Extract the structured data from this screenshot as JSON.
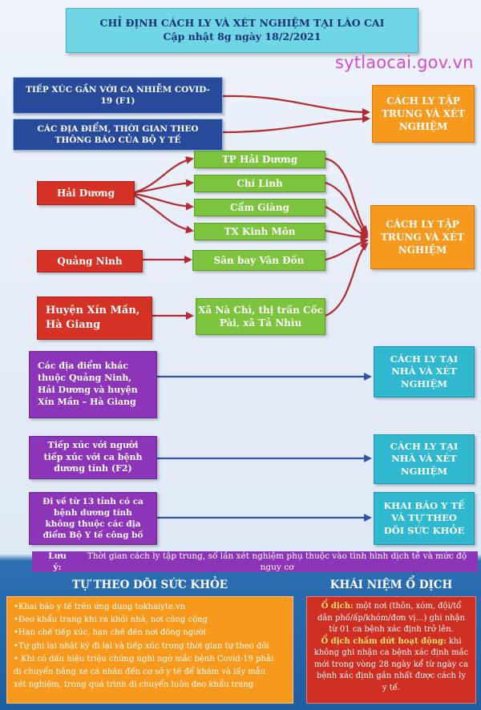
{
  "header": {
    "title": "CHỈ ĐỊNH CÁCH LY VÀ XÉT NGHIỆM TẠI LÀO CAI",
    "subtitle": "Cập nhật 8g ngày 18/2/2021",
    "website": "sytlaocai.gov.vn"
  },
  "sources": {
    "f1": "TIẾP XÚC GẦN VỚI CA NHIỄM COVID-19 (F1)",
    "locations": "CÁC ĐỊA ĐIỂM, THỜI GIAN THEO THÔNG BÁO CỦA BỘ Y TẾ",
    "hai_duong": "Hải Dương",
    "quang_ninh": "Quảng Ninh",
    "xin_man": "Huyện Xín Mần, Hà Giang",
    "other_locations": "Các địa điểm khác thuộc Quảng Ninh, Hải Dương và huyện Xín Mần – Hà Giang",
    "f2": "Tiếp xúc với người tiếp xúc với ca bệnh dương tính (F2)",
    "from_13": "Đi về từ 13 tỉnh có ca bệnh dương tính không thuộc các địa điểm Bộ Y tế công bố"
  },
  "places": {
    "tp_hai_duong": "TP Hải Dương",
    "chi_linh": "Chí Linh",
    "cam_giang": "Cẩm Giàng",
    "kinh_mon": "TX Kinh Môn",
    "van_don": "Sân bay Vân Đồn",
    "na_chi": "Xã Nà Chì, thị trấn Cốc Pài, xã Tả Nhìu"
  },
  "outcomes": {
    "central_1": "CÁCH LY TẬP TRUNG VÀ XÉT NGHIỆM",
    "central_2": "CÁCH LY TẬP TRUNG VÀ XÉT NGHIỆM",
    "home_1": "CÁCH LY TẠI NHÀ VÀ XÉT NGHIỆM",
    "home_2": "CÁCH LY TẠI NHÀ VÀ XÉT NGHIỆM",
    "self_monitor": "KHAI BÁO Y TẾ VÀ TỰ THEO DÕI SỨC KHỎE"
  },
  "note": {
    "label": "Lưu ý:",
    "text": "Thời gian cách ly tập trung, số lần xét nghiệm phụ thuộc vào tình hình dịch tễ và mức độ nguy cơ"
  },
  "self_monitor_section": {
    "heading": "TỰ THEO DÕI SỨC KHỎE",
    "items": [
      "•Khai báo y tế trên ứng dụng tokhaiyte.vn",
      "•Đeo khẩu trang khi ra khỏi nhà, nơi công cộng",
      "•Hạn chế tiếp xúc, hạn chế đến nơi đông người",
      "•Tự ghi lại nhật ký đi lại và tiếp xúc trong thời gian tự theo dõi",
      "• Khi có dấu hiệu triệu chứng nghi ngờ mắc bệnh Covid-19 phải",
      "di chuyển bằng xe cá nhân đến cơ sở y tế để khám và lấy mẫu",
      "xét nghiệm, trong quá trình di chuyển luôn đeo khẩu trang"
    ]
  },
  "outbreak_section": {
    "heading": "KHÁI NIỆM Ổ DỊCH",
    "def1_label": "Ổ dịch:",
    "def1_text": "một nơi (thôn, xóm, đội/tổ dân phố/ấp/khóm/đơn vị…) ghi nhận từ 01 ca bệnh xác định trở lên.",
    "def2_label": "Ổ dịch chấm dứt hoạt động:",
    "def2_text": "khi không ghi nhận ca bệnh xác định mắc mới trong vòng 28 ngày kể từ ngày ca bệnh xác định gần nhất được cách ly y tế."
  },
  "colors": {
    "title_bg": "#6fd6e6",
    "navy": "#274a9a",
    "orange": "#f7991c",
    "red": "#d53124",
    "green": "#7cc43e",
    "purple": "#8d35b8",
    "teal": "#2fb8cf",
    "arrow_red": "#b52a2f",
    "arrow_blue": "#2f56a4"
  }
}
